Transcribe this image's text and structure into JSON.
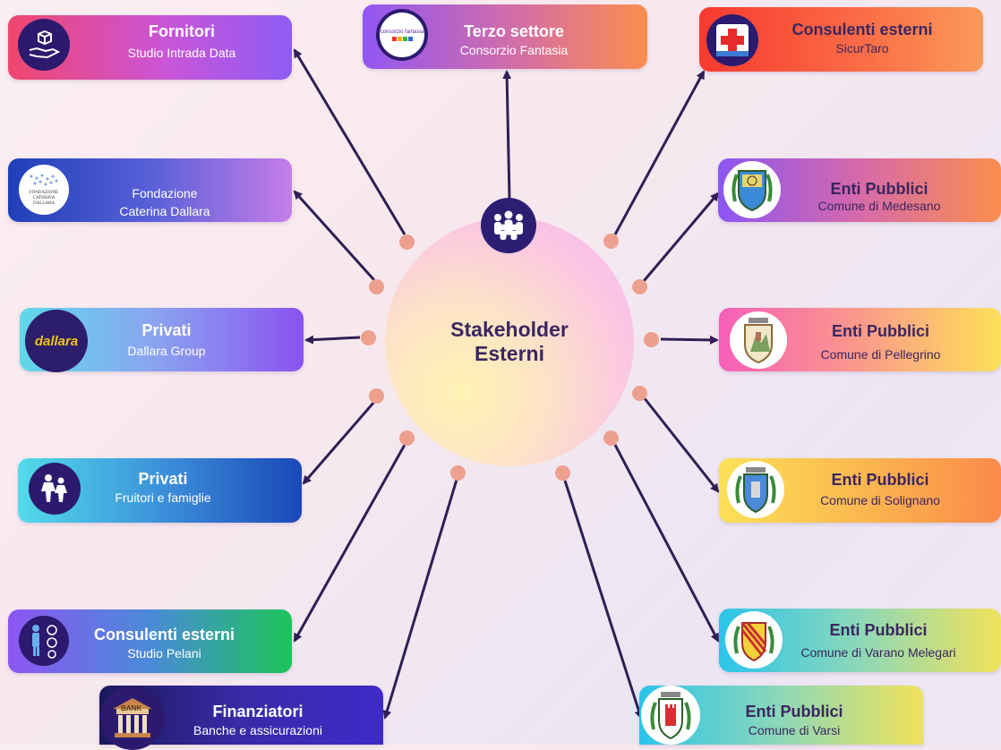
{
  "center": {
    "title_line1": "Stakeholder",
    "title_line2": "Esterni"
  },
  "stakeholders": {
    "fornitori": {
      "category": "Fornitori",
      "name": "Studio Intrada Data",
      "icon": "supplier-hand-box-icon"
    },
    "terzo_settore": {
      "category": "Terzo settore",
      "name": "Consorzio Fantasia",
      "icon": "consorzio-fantasia-logo"
    },
    "consulenti_sicurtaro": {
      "category": "Consulenti esterni",
      "name": "SicurTaro",
      "icon": "first-aid-cross-icon"
    },
    "fondazione": {
      "line1": "Fondazione",
      "line2": "Caterina Dallara",
      "logo_text": "FONDAZIONE CATERINA DALLARA"
    },
    "medesano": {
      "category": "Enti Pubblici",
      "name": "Comune di Medesano",
      "icon": "coat-of-arms-icon"
    },
    "dallara": {
      "category": "Privati",
      "name": "Dallara Group",
      "logo_text": "dallara"
    },
    "pellegrino": {
      "category": "Enti Pubblici",
      "name": "Comune di Pellegrino",
      "icon": "coat-of-arms-icon"
    },
    "fruitori": {
      "category": "Privati",
      "name": "Fruitori e famiglie",
      "icon": "family-people-icon"
    },
    "solignano": {
      "category": "Enti Pubblici",
      "name": "Comune di Solignano",
      "icon": "coat-of-arms-icon"
    },
    "pelani": {
      "category": "Consulenti esterni",
      "name": "Studio Pelani",
      "icon": "worker-safety-icon"
    },
    "varano": {
      "category": "Enti Pubblici",
      "name": "Comune di Varano Melegari",
      "icon": "coat-of-arms-icon"
    },
    "finanziatori": {
      "category": "Finanziatori",
      "name": "Banche e assicurazioni",
      "logo_text": "BANK"
    },
    "varsi": {
      "category": "Enti Pubblici",
      "name": "Comune di Varsi",
      "icon": "coat-of-arms-icon"
    }
  }
}
